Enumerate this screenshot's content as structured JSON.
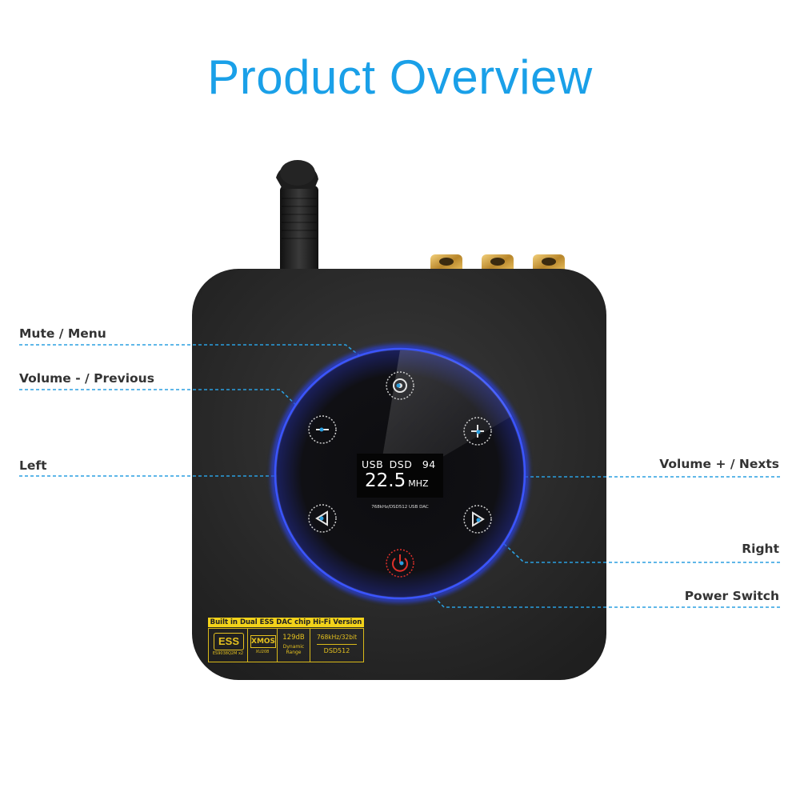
{
  "title": "Product Overview",
  "callouts": {
    "mute_menu": "Mute / Menu",
    "volume_minus": "Volume - / Previous",
    "left": "Left",
    "volume_plus": "Volume + / Nexts",
    "right": "Right",
    "power": "Power Switch"
  },
  "display": {
    "line1_a": "USB",
    "line1_b": "DSD",
    "line1_c": "94",
    "freq": "22.5",
    "unit": "MHZ",
    "caption": "768kHz/DSD512 USB DAC"
  },
  "badge": {
    "header": "Built in Dual ESS DAC chip Hi-Fi Version",
    "ess": "ESS",
    "ess_model": "ES9038Q2M x2",
    "xmos": "XMOS",
    "xmos_model": "XU208",
    "range_value": "129dB",
    "range_label": "Dynamic Range",
    "rate": "768kHz/32bit",
    "dsd": "DSD512"
  },
  "colors": {
    "title": "#1aa0e8",
    "callout_line": "#2a9fe0",
    "device_body": "#2b2b2b",
    "ring_glow": "#2a3fd6",
    "power_icon": "#e0302a",
    "badge_gold": "#e6c21f"
  }
}
